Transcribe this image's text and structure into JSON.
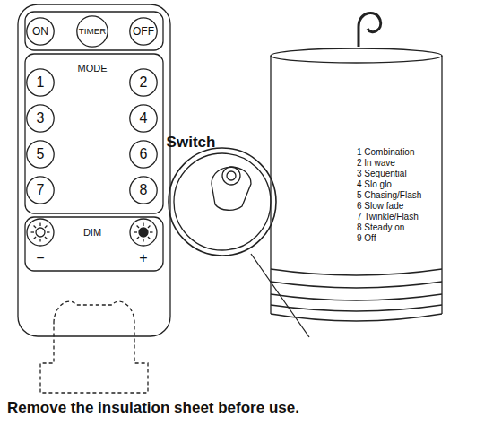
{
  "diagram": {
    "caption": "Remove the insulation sheet before use.",
    "nodes": [
      {
        "text": [
          "ON"
        ]
      },
      {
        "text": [
          "TIMER"
        ]
      },
      {
        "text": [
          "OFF"
        ]
      },
      {
        "text": [
          "1"
        ]
      },
      {
        "text": [
          "2"
        ]
      },
      {
        "text": [
          "3"
        ]
      },
      {
        "text": [
          "4"
        ]
      },
      {
        "text": [
          "5"
        ]
      },
      {
        "text": [
          "6"
        ]
      },
      {
        "text": [
          "7"
        ]
      },
      {
        "text": [
          "8"
        ]
      },
      {
        "text": [
          "1 Combination",
          "2 In wave",
          "3 Sequential",
          "4 Slo glo",
          "5 Chasing/Flash",
          "6 Slow fade",
          "7 Twinkle/Flash",
          "8 Steady on",
          "9 Off"
        ]
      }
    ],
    "labels": [
      "MODE",
      "DIM",
      "−",
      "+",
      "Switch"
    ]
  }
}
